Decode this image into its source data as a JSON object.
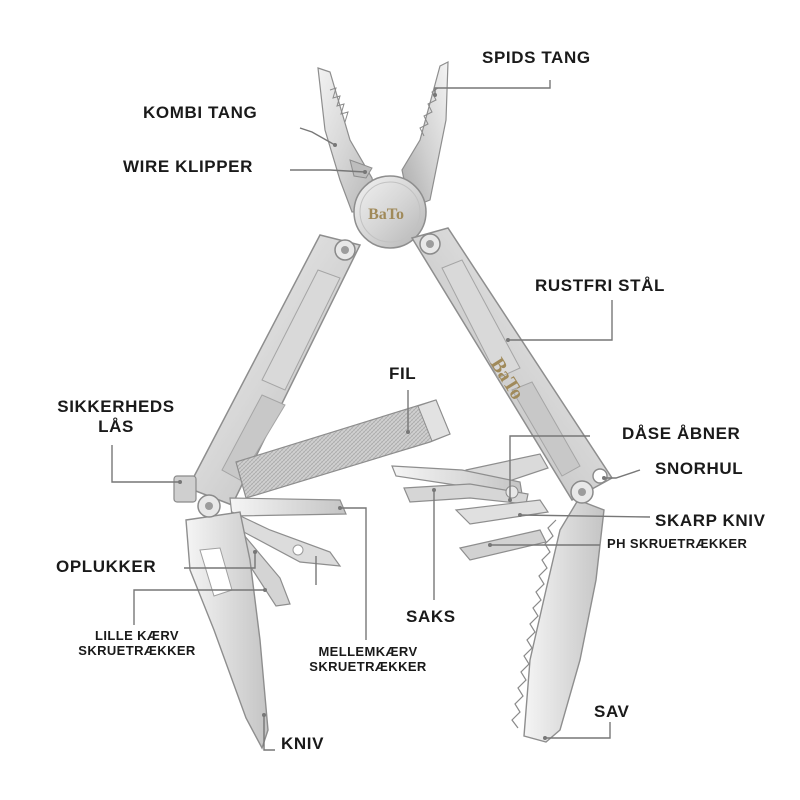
{
  "brand": "BaTo",
  "colors": {
    "metal_light": "#e4e4e4",
    "metal_mid": "#c9c9c9",
    "metal_dark": "#9a9a9a",
    "leader": "#777777",
    "brand_gold": "#a08a5a",
    "text": "#1a1a1a"
  },
  "labels": {
    "spids_tang": "SPIDS TANG",
    "kombi_tang": "KOMBI TANG",
    "wire_klipper": "WIRE KLIPPER",
    "rustfri_staal": "RUSTFRI STÅL",
    "fil": "FIL",
    "sikkerheds_laas_1": "SIKKERHEDS",
    "sikkerheds_laas_2": "LÅS",
    "daase_aabner": "DÅSE ÅBNER",
    "snorhul": "SNORHUL",
    "skarp_kniv": "SKARP KNIV",
    "ph_skruetraekker": "PH SKRUETRÆKKER",
    "oplukker": "OPLUKKER",
    "saks": "SAKS",
    "lille_kaerv_1": "LILLE KÆRV",
    "lille_kaerv_2": "SKRUETRÆKKER",
    "mellemkaerv_1": "MELLEMKÆRV",
    "mellemkaerv_2": "SKRUETRÆKKER",
    "sav": "SAV",
    "kniv": "KNIV"
  }
}
